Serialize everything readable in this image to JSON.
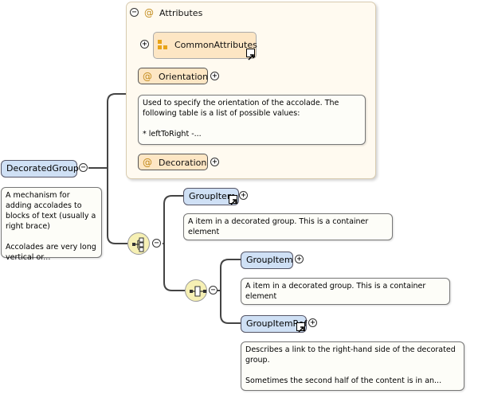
{
  "attributes": {
    "header_label": "Attributes",
    "common": {
      "label": "CommonAttributes"
    },
    "orientation": {
      "label": "Orientation",
      "note": "Used to specify the orientation of the accolade. The following table is a list of possible values:\n\n* leftToRight -..."
    },
    "decoration": {
      "label": "Decoration"
    }
  },
  "root": {
    "label": "DecoratedGroup",
    "note": "A mechanism for adding accolades to blocks of text (usually a right brace)\n\nAccolades are very long vertical or..."
  },
  "group_item_1": {
    "label": "GroupItem",
    "note": "A item in a decorated group. This is a container element"
  },
  "group_item_2": {
    "label": "GroupItem",
    "note": "A item in a decorated group. This is a container element"
  },
  "group_item_ref": {
    "label": "GroupItemRef",
    "note": "Describes a link to the right-hand side of the decorated group.\n\nSometimes the second half of the content is in an..."
  },
  "icons": {
    "at_symbol": "@",
    "expand": "+",
    "collapse": "−"
  }
}
